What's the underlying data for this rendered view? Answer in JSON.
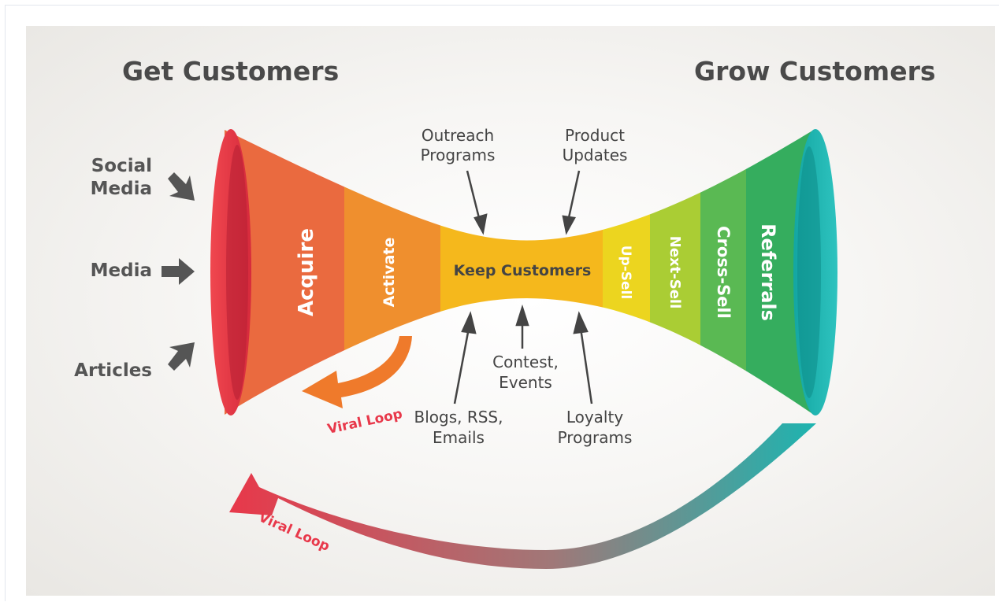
{
  "headings": {
    "left": "Get Customers",
    "right": "Grow Customers"
  },
  "sources": [
    {
      "line1": "Social",
      "line2": "Media"
    },
    {
      "line1": "Media"
    },
    {
      "line1": "Articles"
    }
  ],
  "funnel_stages": [
    {
      "label": "Acquire",
      "color": "#ea6a3f"
    },
    {
      "label": "Activate",
      "color": "#ef8f2e"
    },
    {
      "label": "Keep Customers",
      "color": "#f5b81c"
    },
    {
      "label": "Up-Sell",
      "color": "#ecd51f"
    },
    {
      "label": "Next-Sell",
      "color": "#aacd34"
    },
    {
      "label": "Cross-Sell",
      "color": "#5ab953"
    },
    {
      "label": "Referrals",
      "color": "#35ad5e"
    }
  ],
  "top_notes": [
    {
      "line1": "Outreach",
      "line2": "Programs"
    },
    {
      "line1": "Product",
      "line2": "Updates"
    }
  ],
  "bottom_notes": [
    {
      "line1": "Blogs, RSS,",
      "line2": "Emails"
    },
    {
      "line1": "Contest,",
      "line2": "Events"
    },
    {
      "line1": "Loyalty",
      "line2": "Programs"
    }
  ],
  "loops": {
    "inner": "Viral Loop",
    "outer": "Viral Loop"
  },
  "colors": {
    "left_rim": "#e8384a",
    "right_rim": "#1db4b0",
    "arrow_gray": "#555555",
    "loop_orange": "#ef7a2b",
    "loop_red": "#e8384a"
  }
}
